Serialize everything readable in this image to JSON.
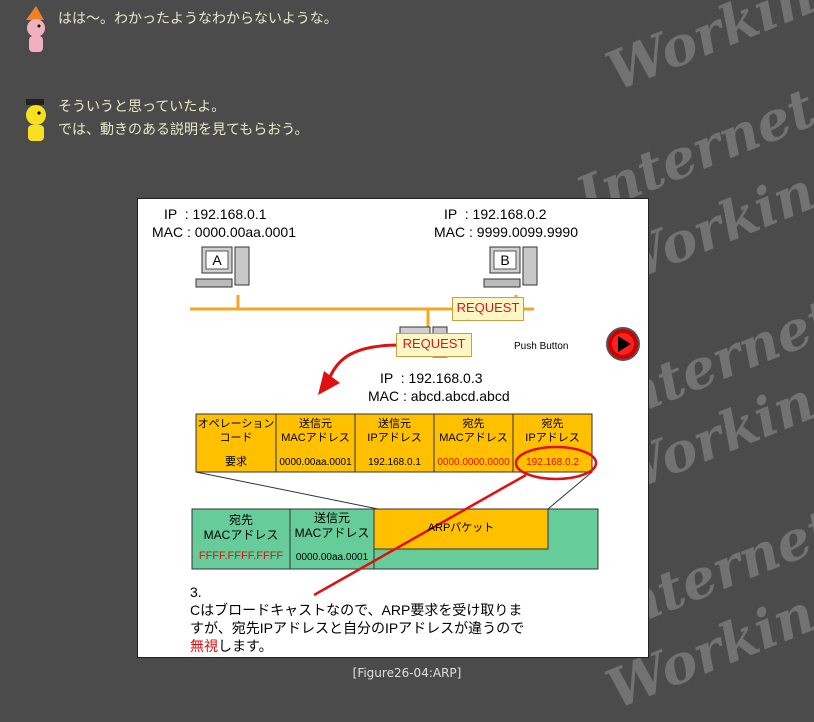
{
  "watermark": {
    "words": [
      "Working",
      "Internet",
      "Working",
      "Internet",
      "Working",
      "Internet",
      "Working"
    ]
  },
  "chat": {
    "messages": [
      {
        "speaker": "orange-hat-character",
        "lines": [
          "はは〜。わかったようなわからないような。"
        ]
      },
      {
        "speaker": "yellow-character",
        "lines": [
          "そういうと思っていたよ。",
          "では、動きのある説明を見てもらおう。"
        ]
      }
    ]
  },
  "figure": {
    "host_a": {
      "label": "A",
      "ip_line": "IP  : 192.168.0.1",
      "mac_line": "MAC : 0000.00aa.0001"
    },
    "host_b": {
      "label": "B",
      "ip_line": "IP  : 192.168.0.2",
      "mac_line": "MAC : 9999.0099.9990"
    },
    "host_c": {
      "ip_line": "IP  : 192.168.0.3",
      "mac_line": "MAC : abcd.abcd.abcd"
    },
    "request_label": "REQUEST",
    "push_button_label": "Push Button",
    "arp_table": {
      "headers": [
        [
          "オペレーション",
          "コード"
        ],
        [
          "送信元",
          "MACアドレス"
        ],
        [
          "送信元",
          "IPアドレス"
        ],
        [
          "宛先",
          "MACアドレス"
        ],
        [
          "宛先",
          "IPアドレス"
        ]
      ],
      "values": [
        "要求",
        "0000.00aa.0001",
        "192.168.0.1",
        "0000.0000.0000",
        "192.168.0.2"
      ]
    },
    "frame": {
      "dest_mac_header": [
        "宛先",
        "MACアドレス"
      ],
      "dest_mac_value": "FFFF.FFFF.FFFF",
      "src_mac_header": [
        "送信元",
        "MACアドレス"
      ],
      "src_mac_value": "0000.00aa.0001",
      "arp_packet_label": "ARPパケット"
    },
    "note": {
      "step": "3.",
      "line1": "Cはブロードキャストなので、ARP要求を受け取りま",
      "line2": "すが、宛先IPアドレスと自分のIPアドレスが違うので",
      "line3_red": "無視",
      "line3_rest": "します。"
    },
    "colors": {
      "lan": "#f5a623",
      "table_fill": "#ffc000",
      "frame_fill": "#66cc99",
      "highlight_red": "#e01010"
    }
  },
  "caption": "[Figure26-04:ARP]"
}
